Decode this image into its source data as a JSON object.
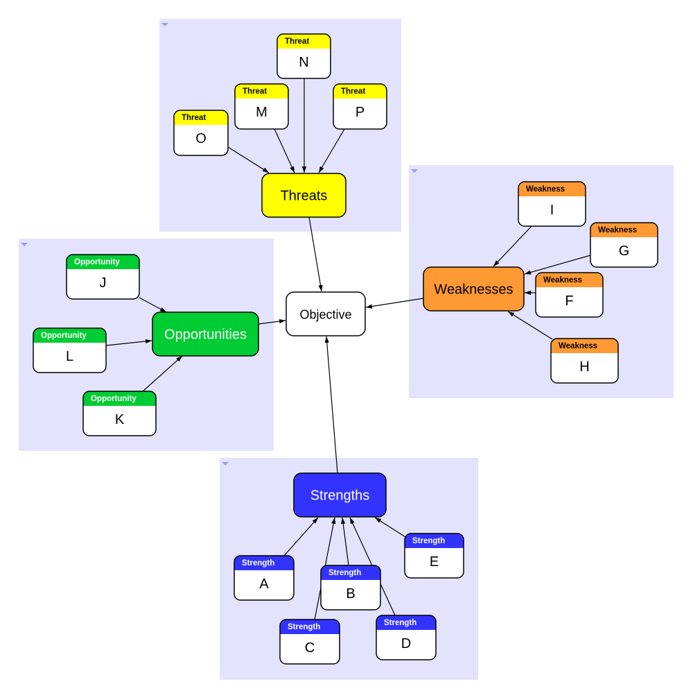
{
  "colors": {
    "group_bg": "#e3e3fd",
    "threat": "#ffff00",
    "weakness": "#ff9933",
    "opportunity": "#00cc33",
    "strength": "#3333ff",
    "objective": "#ffffff"
  },
  "objective": {
    "label": "Objective"
  },
  "groups": [
    {
      "id": "threats",
      "main": {
        "label": "Threats",
        "color": "#ffff00",
        "text_color": "#000000"
      },
      "item_header": "Threat",
      "header_text_color": "#000000",
      "items": [
        {
          "id": "O",
          "label": "O"
        },
        {
          "id": "M",
          "label": "M"
        },
        {
          "id": "N",
          "label": "N"
        },
        {
          "id": "P",
          "label": "P"
        }
      ]
    },
    {
      "id": "weaknesses",
      "main": {
        "label": "Weaknesses",
        "color": "#ff9933",
        "text_color": "#000000"
      },
      "item_header": "Weakness",
      "header_text_color": "#000000",
      "items": [
        {
          "id": "I",
          "label": "I"
        },
        {
          "id": "G",
          "label": "G"
        },
        {
          "id": "F",
          "label": "F"
        },
        {
          "id": "H",
          "label": "H"
        }
      ]
    },
    {
      "id": "opportunities",
      "main": {
        "label": "Opportunities",
        "color": "#00cc33",
        "text_color": "#ffffff"
      },
      "item_header": "Opportunity",
      "header_text_color": "#ffffff",
      "items": [
        {
          "id": "J",
          "label": "J"
        },
        {
          "id": "L",
          "label": "L"
        },
        {
          "id": "K",
          "label": "K"
        }
      ]
    },
    {
      "id": "strengths",
      "main": {
        "label": "Strengths",
        "color": "#3333ff",
        "text_color": "#ffffff"
      },
      "item_header": "Strength",
      "header_text_color": "#ffffff",
      "items": [
        {
          "id": "A",
          "label": "A"
        },
        {
          "id": "B",
          "label": "B"
        },
        {
          "id": "C",
          "label": "C"
        },
        {
          "id": "D",
          "label": "D"
        },
        {
          "id": "E",
          "label": "E"
        }
      ]
    }
  ],
  "edges": [
    {
      "from": "O",
      "to": "threats"
    },
    {
      "from": "M",
      "to": "threats"
    },
    {
      "from": "N",
      "to": "threats"
    },
    {
      "from": "P",
      "to": "threats"
    },
    {
      "from": "I",
      "to": "weaknesses"
    },
    {
      "from": "G",
      "to": "weaknesses"
    },
    {
      "from": "F",
      "to": "weaknesses"
    },
    {
      "from": "H",
      "to": "weaknesses"
    },
    {
      "from": "J",
      "to": "opportunities"
    },
    {
      "from": "L",
      "to": "opportunities"
    },
    {
      "from": "K",
      "to": "opportunities"
    },
    {
      "from": "A",
      "to": "strengths"
    },
    {
      "from": "B",
      "to": "strengths"
    },
    {
      "from": "C",
      "to": "strengths"
    },
    {
      "from": "D",
      "to": "strengths"
    },
    {
      "from": "E",
      "to": "strengths"
    },
    {
      "from": "threats",
      "to": "objective"
    },
    {
      "from": "weaknesses",
      "to": "objective"
    },
    {
      "from": "opportunities",
      "to": "objective"
    },
    {
      "from": "strengths",
      "to": "objective"
    }
  ]
}
